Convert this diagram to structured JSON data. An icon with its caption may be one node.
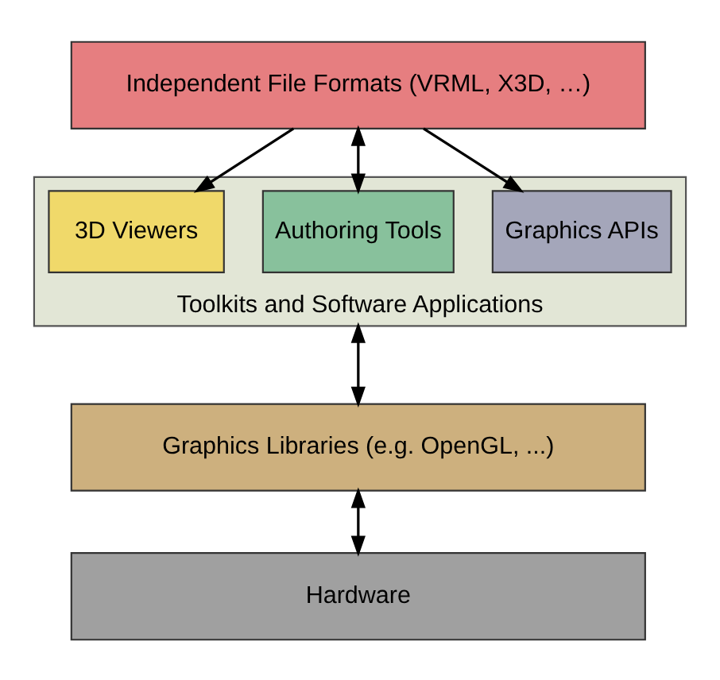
{
  "diagram": {
    "nodes": [
      {
        "text": [
          "Independent File Formats (VRML, X3D, …)"
        ]
      },
      {
        "text": [
          "Toolkits and Software Applications"
        ]
      },
      {
        "text": [
          "Graphics APIs"
        ],
        "in": 1
      },
      {
        "text": [
          "Authoring Tools"
        ],
        "in": 1
      },
      {
        "text": [
          "3D Viewers"
        ],
        "in": 1
      },
      {
        "text": [
          "Graphics Libraries (e.g. OpenGL, ...)"
        ]
      },
      {
        "text": [
          "Hardware"
        ]
      }
    ],
    "edges": [
      {
        "from": 0,
        "to": 2,
        "arrow": "to"
      },
      {
        "from": 0,
        "to": 3,
        "arrow": "both"
      },
      {
        "from": 0,
        "to": 4,
        "arrow": "to"
      },
      {
        "from": 1,
        "to": 5,
        "arrow": "both"
      },
      {
        "from": 5,
        "to": 6,
        "arrow": "both"
      }
    ]
  }
}
